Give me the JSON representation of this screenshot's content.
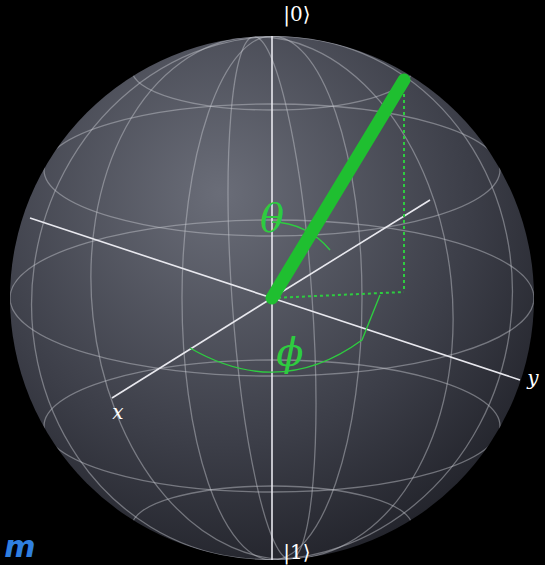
{
  "diagram": {
    "labels": [
      "|0⟩",
      "θ",
      "ϕ",
      "x",
      "y",
      "|1⟩",
      "m"
    ]
  }
}
